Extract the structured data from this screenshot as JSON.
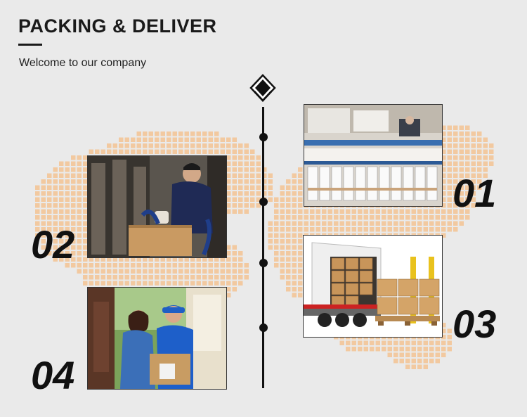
{
  "header": {
    "title": "PACKING & DELIVER",
    "subtitle": "Welcome to our company"
  },
  "steps": [
    {
      "number": "01"
    },
    {
      "number": "02"
    },
    {
      "number": "03"
    },
    {
      "number": "04"
    }
  ],
  "colors": {
    "background": "#eaeaea",
    "map_dots": "#f2c9a0",
    "text": "#111111"
  }
}
